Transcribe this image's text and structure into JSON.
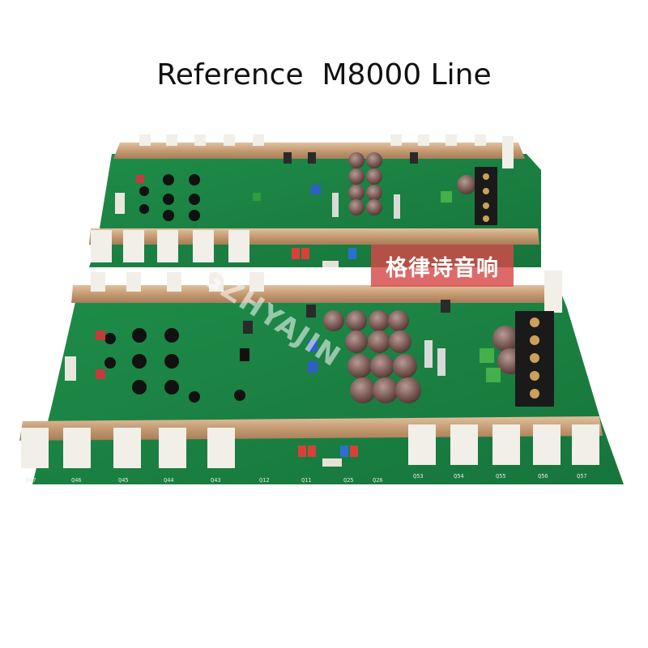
{
  "title": "Reference  M8000 Line",
  "badge": "格律诗音响",
  "watermark": "GZHYAJIN",
  "colors": {
    "pcb_green": "#1f8f4a",
    "pcb_dark": "#146a35",
    "heatsink_copper": "#c9a27b",
    "badge_red": "#d64848",
    "capacitor": "#7a5a54"
  },
  "boards": [
    {
      "silkscreen": []
    },
    {
      "silkscreen": [
        "Q47",
        "Q46",
        "Q45",
        "Q44",
        "Q43",
        "Q12",
        "Q11",
        "Q25",
        "Q26",
        "Q53",
        "Q54",
        "Q55",
        "Q56",
        "Q57"
      ]
    }
  ]
}
